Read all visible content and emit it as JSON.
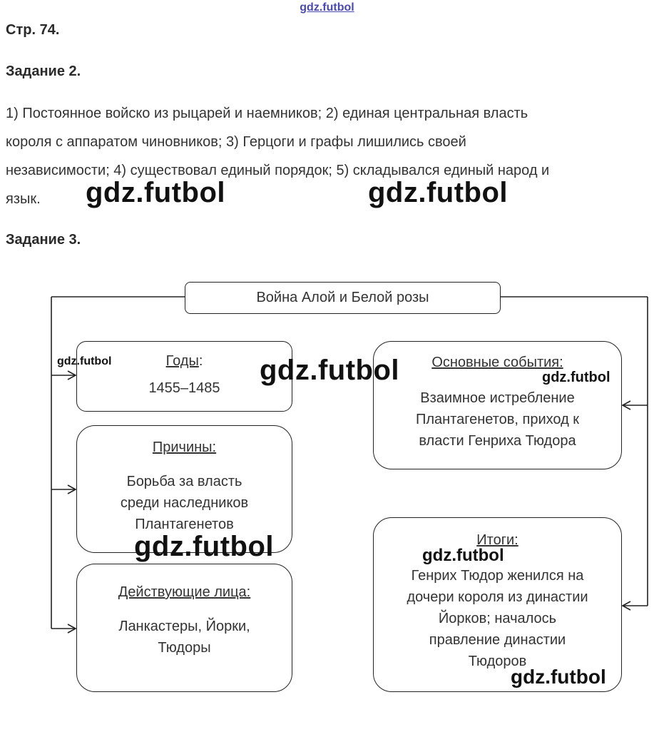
{
  "watermark": {
    "top": "gdz.futbol",
    "text": "gdz.futbol"
  },
  "page": {
    "page_ref": "Стр. 74.",
    "task2_title": "Задание 2.",
    "task2_lines": [
      "1) Постоянное войско из рыцарей и наемников; 2) единая центральная власть",
      "короля с аппаратом чиновников; 3) Герцоги и графы лишились своей",
      "независимости; 4) существовал единый порядок; 5) складывался единый народ и",
      "язык."
    ],
    "task3_title": "Задание 3."
  },
  "diagram": {
    "title": "Война Алой и Белой розы",
    "years": {
      "title": "Годы",
      "colon": ":",
      "text": "1455–1485"
    },
    "causes": {
      "title": "Причины:",
      "lines": [
        "Борьба за власть",
        "среди наследников",
        "Плантагенетов"
      ]
    },
    "actors": {
      "title": "Действующие лица:",
      "lines": [
        "Ланкастеры, Йорки,",
        "Тюдоры"
      ]
    },
    "events": {
      "title": "Основные события:",
      "lines": [
        "Взаимное истребление",
        "Плантагенетов, приход к",
        "власти Генриха Тюдора"
      ]
    },
    "results": {
      "title": "Итоги:",
      "lines": [
        "Генрих Тюдор женился на",
        "дочери короля из династии",
        "Йорков; началось",
        "правление династии",
        "Тюдоров"
      ]
    }
  }
}
